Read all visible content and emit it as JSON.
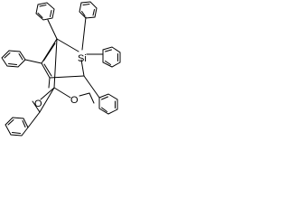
{
  "diagram": {
    "type": "chemical-structure",
    "atom_labels": {
      "si": "Si",
      "o_carbonyl": "O",
      "o_ester": "O"
    },
    "colors": {
      "background": "#ffffff",
      "ink": "#000000"
    }
  }
}
